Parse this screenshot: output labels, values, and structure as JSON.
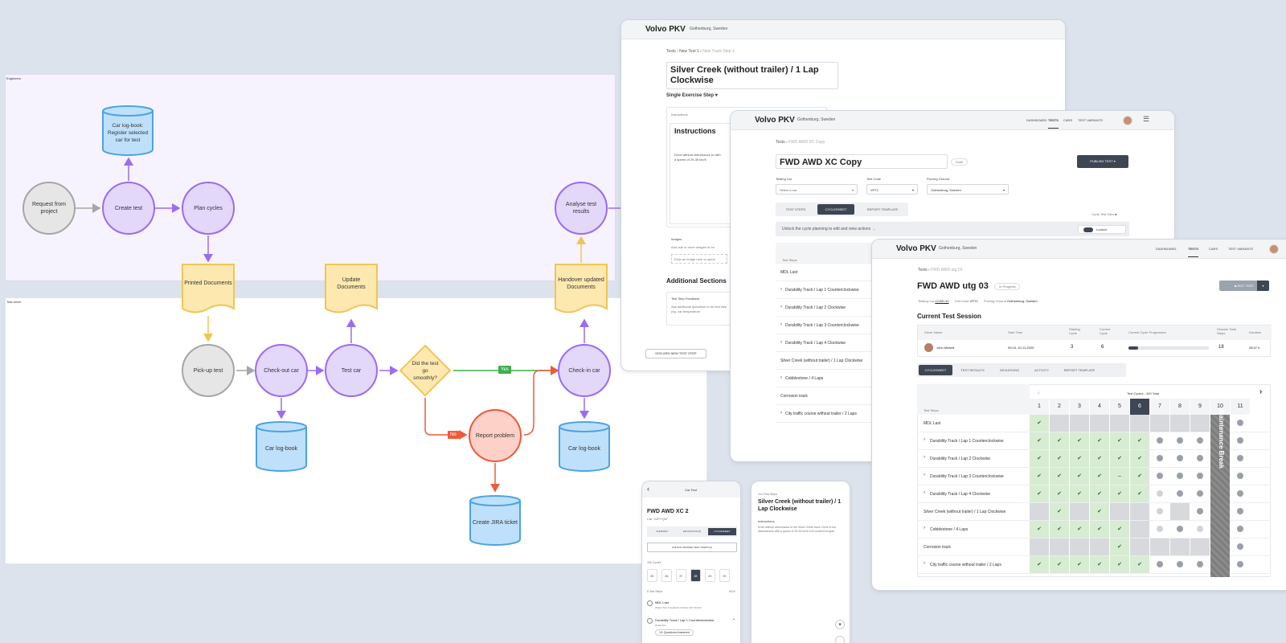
{
  "flow": {
    "lane_top": "Engineers",
    "lane_bottom": "Test driver",
    "nodes": {
      "car_logbook_register": "Car log-book: Register selected car for test",
      "request": "Request from project",
      "create_test": "Create test",
      "plan_cycles": "Plan cycles",
      "analyse": "Analyse test results",
      "printed_docs": "Printed Documents",
      "update_docs": "Update Documents",
      "handover_docs": "Handover updated Documents",
      "pickup": "Pick-up test",
      "checkout": "Check-out car",
      "test_car": "Test car",
      "decision": "Did the test go smoothly?",
      "checkin": "Check-in car",
      "report": "Report problem",
      "logbook_1": "Car log-book",
      "logbook_2": "Car log-book",
      "jira": "Create JIRA ticket",
      "yes": "Yes",
      "no": "No"
    },
    "colors": {
      "purple": "#9b6cf0",
      "orange": "#f0c553",
      "red": "#ef5a3a",
      "green": "#3cb04a",
      "blue": "#4ba3e6"
    }
  },
  "screen1": {
    "brand": "Volvo PKV",
    "location": "Gothenburg, Sweden",
    "breadcrumb": [
      "Tests",
      "New Test 1",
      "New Track Step 1"
    ],
    "title": "Silver Creek (without trailer) / 1 Lap Clockwise",
    "step_type": "Single Exercise Step",
    "instructions_label": "Instructions",
    "instructions_heading": "Instructions",
    "instructions_text": "Drive without disturbance to with a speed of 29-35 km/h",
    "images_label": "Images",
    "images_hint": "Add one or more images to be",
    "images_drop": "Drop an image here to uploa",
    "additional": "Additional Sections",
    "feedback_label": "Test Step Feedback",
    "feedback_text": "Ask additional questions to be test step (eg. car temperature",
    "discard": "DISCARD NEW TEST STEP"
  },
  "screen2": {
    "brand": "Volvo PKV",
    "location": "Gothenburg, Sweden",
    "nav": [
      "DASHBOARD",
      "TESTS",
      "CARS",
      "TEST VARIANTS"
    ],
    "breadcrumb": [
      "Tests",
      "FWD AWD XC Copy"
    ],
    "title": "FWD AWD XC Copy",
    "badge": "Draft",
    "publish": "PUBLISH TEST",
    "testing_car_label": "Testing Car",
    "testing_car_placeholder": "Select a car",
    "test_code_label": "Test Code",
    "test_code_value": "VPT1",
    "proving_ground_label": "Proving Ground",
    "proving_ground_value": "Gothenburg, Sweden",
    "tabs": [
      "TEST STEPS",
      "CYCLESHEET",
      "REPORT TEMPLATE"
    ],
    "cycle_view": "Cycle Test View",
    "unlock_msg": "Unlock the cycle planning to edit and view actions",
    "locked": "Locked",
    "col_header": "Test Steps",
    "rows": [
      "MDL Last",
      "Durability Track / Lap 1 Counterclockwise",
      "Durability Track / Lap 2 Clockwise",
      "Durability Track / Lap 3 Counterclockwise",
      "Durability Track / Lap 4 Clockwise",
      "Silver Creek (without trailer) / 1 Lap Clockwise",
      "Cobblestone / 4 Laps",
      "Corrosion track",
      "City traffic course without trailer / 2 Laps"
    ]
  },
  "screen3": {
    "brand": "Volvo PKV",
    "location": "Gothenburg, Sweden",
    "nav": [
      "DASHBOARD",
      "TESTS",
      "CARS",
      "TEST VARIANTS"
    ],
    "breadcrumb": [
      "Tests",
      "FWD AWD utg 03"
    ],
    "title": "FWD AWD utg 03",
    "badge": "In Progress",
    "edit": "EDIT TEST",
    "testing_car_label": "Testing Car",
    "testing_car_value": "12-BH-10",
    "test_code_label": "Test Code",
    "test_code_value": "VPT1",
    "proving_ground_label": "Proving Ground",
    "proving_ground_value": "Gothenburg, Sweden",
    "session_heading": "Current Test Session",
    "session_cols": [
      "Driver Name",
      "Start Time",
      "Starting Cycle",
      "Current Cycle",
      "Current Cycle Progression",
      "Session Total Steps",
      "Duration"
    ],
    "driver": "John Michell",
    "start_time": "09:15, 20-11-2020",
    "starting_cycle": "3",
    "current_cycle": "6",
    "progress": 0.12,
    "total_steps": "18",
    "duration": "08:57 h",
    "tabs": [
      "CYCLESHEET",
      "TEST RESULTS",
      "DEVIATIONS",
      "ACTIVITY",
      "REPORT TEMPLATE"
    ],
    "cycles_title": "Test Cycles - 400 Total",
    "steps_header": "Test Steps",
    "cycle_numbers": [
      "1",
      "2",
      "3",
      "4",
      "5",
      "6",
      "7",
      "8",
      "9",
      "10",
      "11"
    ],
    "maintenance": "Maintenance Break",
    "rows": [
      "MDL Last",
      "Durability Track / Lap 1 Counterclockwise",
      "Durability Track / Lap 2 Clockwise",
      "Durability Track / Lap 3 Counterclockwise",
      "Durability Track / Lap 4 Clockwise",
      "Silver Creek (without trailer) / 1 Lap Clockwise",
      "Cobblestone / 4 Laps",
      "Corrosion track",
      "City traffic course without trailer / 2 Laps"
    ]
  },
  "mobile1": {
    "header": "Car Test",
    "title": "FWD AWD XC 2",
    "sub": "Car: 04PYQ67",
    "tabs": [
      "SUMMARY",
      "DEVIATIONS (8)",
      "CYCLESHEET"
    ],
    "unlock": "UNLOCK SKIPPED TEST STEPS (2)",
    "cycles_label": "400 Cycles",
    "cycles": [
      "85",
      "86",
      "87",
      "88",
      "89",
      "90"
    ],
    "steps_label": "8 Test Steps",
    "steps_count": "6/2/2",
    "step1": "MDL Last",
    "step1_sub": "Weigh Test Completed 4 Rules with Monitor",
    "step2": "Durability Track / Lap 1 Counterclockwise",
    "step2_sub": "Road Test",
    "answered": "1/1 Questions Answered"
  },
  "mobile2": {
    "kicker": "2/13 Test Steps",
    "title": "Silver Creek (without trailer) / 1 Lap Clockwise",
    "instr_label": "Instructions",
    "instr_text": "Drive without disturbance to the Silver Creek track. Drive in the disturbances with a speed of 29-35 km/h in D-mode/2nd gear."
  }
}
